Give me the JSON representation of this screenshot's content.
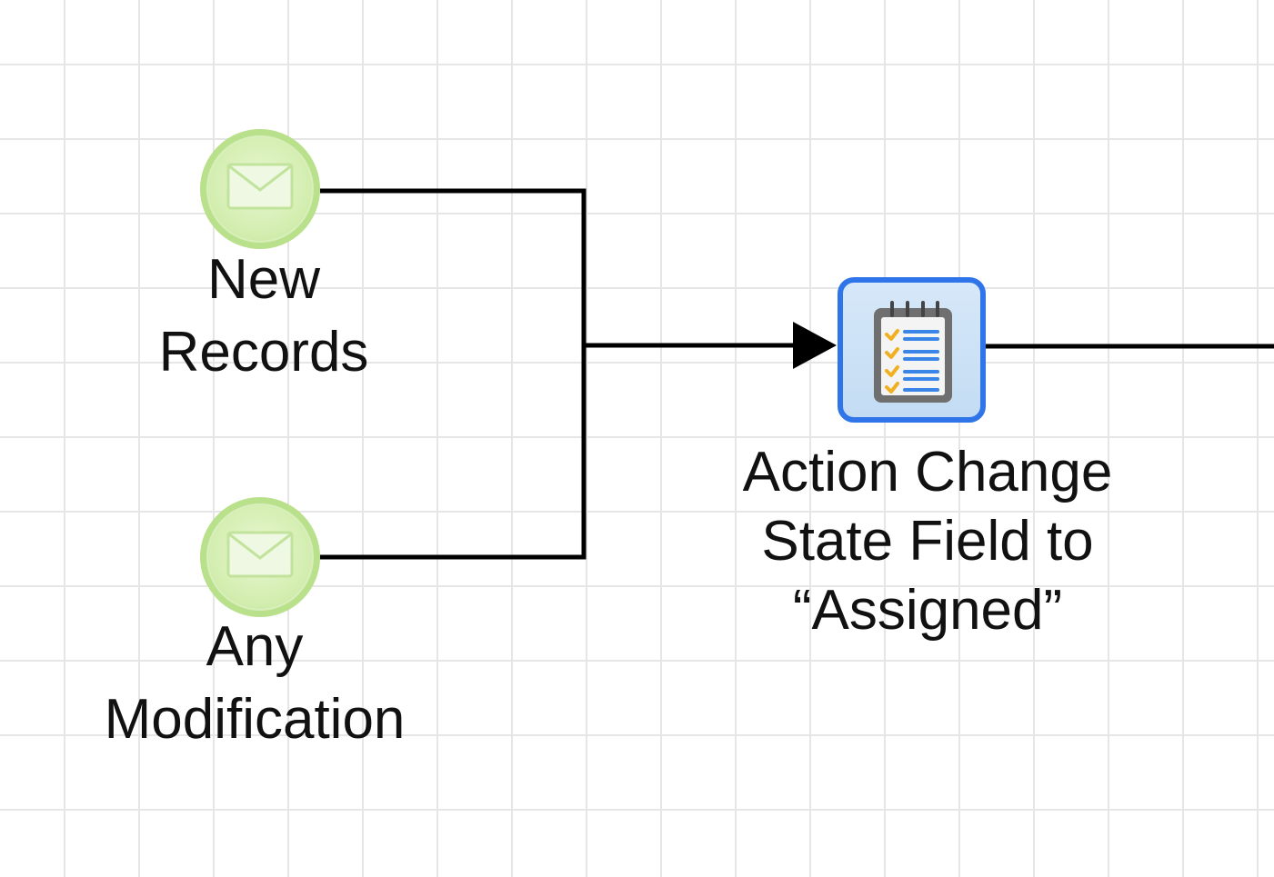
{
  "diagram": {
    "nodes": [
      {
        "id": "new-records",
        "type": "message-start-event",
        "icon": "envelope-icon",
        "label_lines": [
          "New",
          "Records"
        ]
      },
      {
        "id": "any-modification",
        "type": "message-start-event",
        "icon": "envelope-icon",
        "label_lines": [
          "Any",
          "Modification"
        ]
      },
      {
        "id": "action-change-state",
        "type": "task",
        "icon": "checklist-icon",
        "label_lines": [
          "Action Change",
          "State Field to",
          "“Assigned”"
        ]
      }
    ],
    "edges": [
      {
        "from": "new-records",
        "to": "action-change-state"
      },
      {
        "from": "any-modification",
        "to": "action-change-state"
      },
      {
        "from": "action-change-state",
        "to": "offscreen-right"
      }
    ],
    "colors": {
      "event_fill": "#d6efb4",
      "event_border": "#b9e08a",
      "task_border": "#2f74e8",
      "task_fill": "#cfe3f6",
      "connector": "#000000",
      "grid": "#e6e6e6"
    }
  }
}
